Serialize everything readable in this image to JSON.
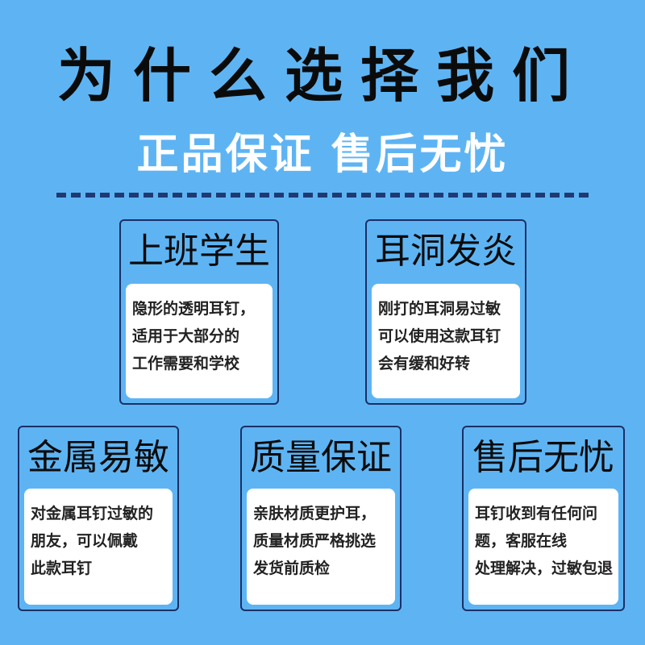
{
  "title": "为什么选择我们",
  "subtitle": "正品保证 售后无忧",
  "cards": [
    {
      "title": "上班学生",
      "lines": [
        "隐形的透明耳钉，",
        "适用于大部分的",
        "工作需要和学校"
      ]
    },
    {
      "title": "耳洞发炎",
      "lines": [
        "刚打的耳洞易过敏",
        "可以使用这款耳钉",
        "会有缓和好转"
      ]
    },
    {
      "title": "金属易敏",
      "lines": [
        "对金属耳钉过敏的",
        "朋友，可以佩戴",
        "此款耳钉"
      ]
    },
    {
      "title": "质量保证",
      "lines": [
        "亲肤材质更护耳，",
        "质量材质严格挑选",
        "发货前质检"
      ]
    },
    {
      "title": "售后无忧",
      "lines": [
        "耳钉收到有任何问",
        "题，客服在线",
        "处理解决，过敏包退"
      ]
    }
  ]
}
